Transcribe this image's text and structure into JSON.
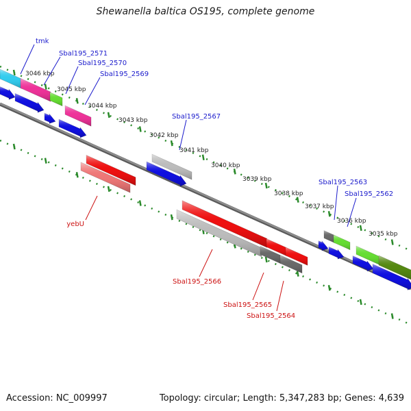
{
  "title": "Shewanella baltica OS195, complete genome",
  "footer": {
    "accession": "Accession: NC_009997",
    "topology": "Topology: circular; Length: 5,347,283 bp; Genes: 4,639"
  },
  "colors": {
    "backbone": "#8c8c8c",
    "tick": "#2a8a2a",
    "label_forward": "#1a1acc",
    "label_reverse": "#cc1111",
    "blue": "#1010e0",
    "red": "#ee1010",
    "pink": "#ee3399",
    "cyan": "#33ccee",
    "lightgreen": "#66dd33",
    "darkgreen": "#558811",
    "lightgray": "#bcbcbc",
    "darkgray": "#6a6a6a",
    "salmon": "#ee7777"
  },
  "kbp_labels": [
    "3046 kbp",
    "3045 kbp",
    "3044 kbp",
    "3043 kbp",
    "3042 kbp",
    "3041 kbp",
    "3040 kbp",
    "3039 kbp",
    "3038 kbp",
    "3037 kbp",
    "3036 kbp",
    "3035 kbp"
  ],
  "gene_labels": {
    "tmk": "tmk",
    "sbal2571": "Sbal195_2571",
    "sbal2570": "Sbal195_2570",
    "sbal2569": "Sbal195_2569",
    "sbal2567": "Sbal195_2567",
    "sbal2563": "Sbal195_2563",
    "sbal2562": "Sbal195_2562",
    "yebU": "yebU",
    "sbal2566": "Sbal195_2566",
    "sbal2565": "Sbal195_2565",
    "sbal2564": "Sbal195_2564"
  }
}
